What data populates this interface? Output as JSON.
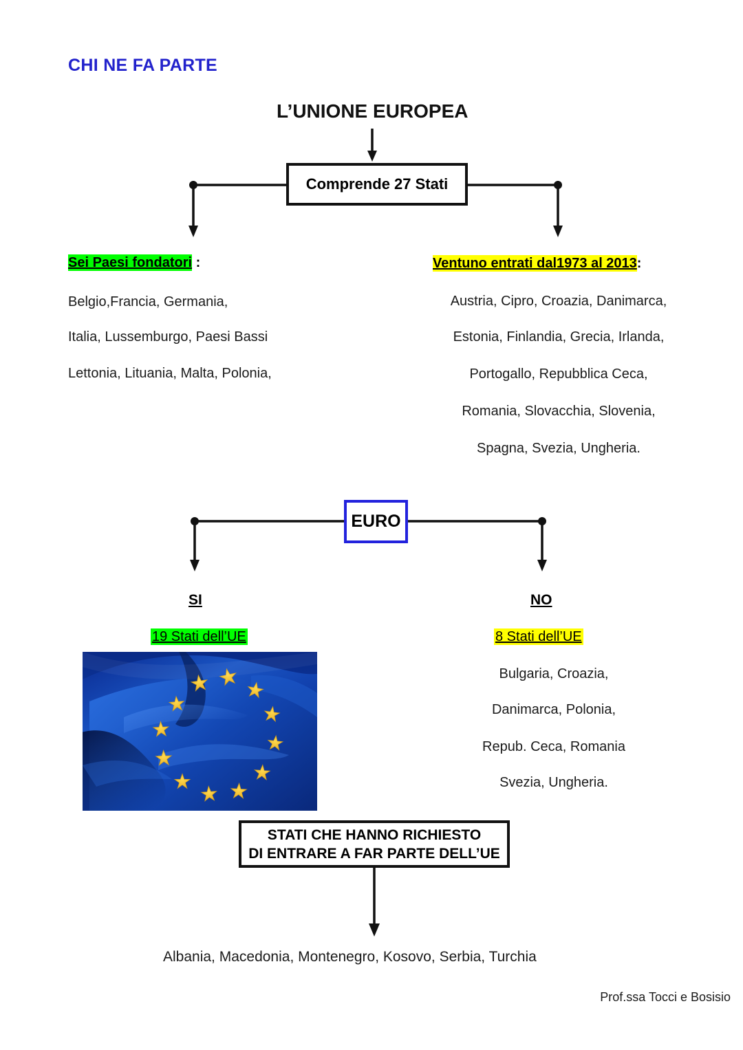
{
  "title": "CHI NE FA PARTE",
  "root": {
    "label": "L’UNIONE EUROPEA"
  },
  "nodes": {
    "comprende": "Comprende 27 Stati",
    "euro": "EURO",
    "richiesta_line1": "STATI CHE HANNO RICHIESTO",
    "richiesta_line2": "DI ENTRARE A FAR PARTE DELL’UE"
  },
  "founders": {
    "heading_highlight": "Sei Paesi fondatori",
    "heading_suffix": " :",
    "highlight_color": "#00ff00",
    "lines": [
      "Belgio,Francia, Germania,",
      "Italia, Lussemburgo, Paesi Bassi",
      "Lettonia, Lituania, Malta, Polonia,"
    ]
  },
  "joiners": {
    "heading_highlight": "Ventuno entrati dal1973 al 2013",
    "heading_suffix": ":",
    "highlight_color": "#ffff00",
    "lines": [
      "Austria, Cipro, Croazia, Danimarca,",
      "Estonia, Finlandia, Grecia, Irlanda,",
      "Portogallo, Repubblica Ceca,",
      "Romania, Slovacchia, Slovenia,",
      "Spagna, Svezia, Ungheria."
    ]
  },
  "euro_branch": {
    "yes": {
      "answer": "SI",
      "count_label": "19 Stati dell’UE",
      "highlight_color": "#00ff00",
      "image": "eu-flag-photo"
    },
    "no": {
      "answer": "NO",
      "count_label": "8 Stati dell’UE",
      "highlight_color": "#ffff00",
      "lines": [
        "Bulgaria, Croazia,",
        "Danimarca, Polonia,",
        "Repub. Ceca, Romania",
        "Svezia, Ungheria."
      ]
    }
  },
  "candidates": "Albania, Macedonia, Montenegro, Kosovo, Serbia, Turchia",
  "footer": "Prof.ssa Tocci e Bosisio",
  "colors": {
    "title_blue": "#2222cc",
    "euro_box_blue": "#2222dd",
    "highlight_green": "#00ff00",
    "highlight_yellow": "#ffff00",
    "line_black": "#111111"
  }
}
